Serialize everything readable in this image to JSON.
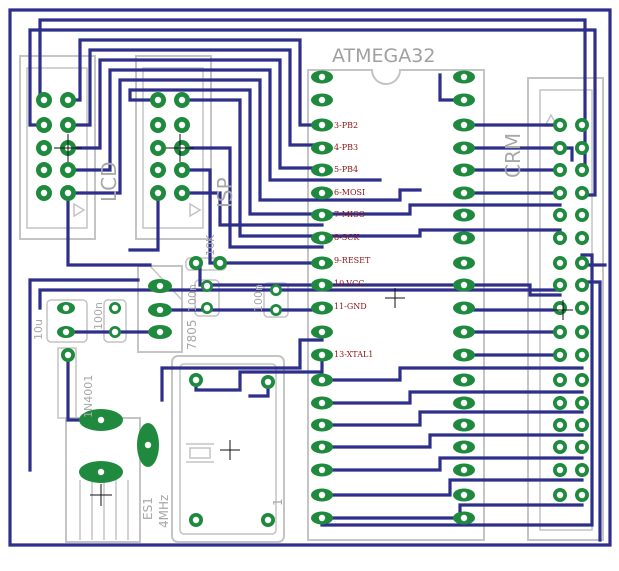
{
  "board": {
    "chip_label": "ATMEGA32",
    "pin_labels": [
      "3-PB2",
      "4-PB3",
      "5-PB4",
      "6-MOSI",
      "7-MISO",
      "8-SCK",
      "9-RESET",
      "10-VCC",
      "11-GND",
      "13-XTAL1"
    ],
    "lcd_label": "LCD",
    "isp_label": "ISP",
    "crm_label": "CRM",
    "resistor_label": "10K",
    "cap1_label": "10u",
    "cap2_label": "100n",
    "cap3_label": "100n",
    "cap4_label": "100n",
    "regulator_label": "7805",
    "diode_label": "1N4001",
    "crystal_label": "4MHz",
    "connector_label": "ES1",
    "pin_one_label": "1"
  }
}
